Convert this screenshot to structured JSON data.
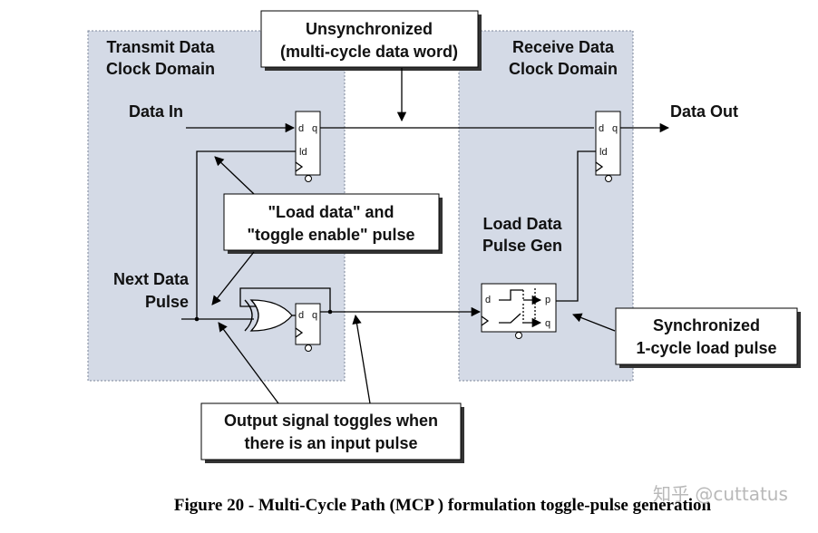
{
  "domains": {
    "transmit": [
      "Transmit Data",
      "Clock Domain"
    ],
    "receive": [
      "Receive Data",
      "Clock Domain"
    ]
  },
  "callouts": {
    "unsync": [
      "Unsynchronized",
      "(multi-cycle data word)"
    ],
    "load": [
      "\"Load data\" and",
      "\"toggle enable\" pulse"
    ],
    "sync": [
      "Synchronized",
      "1-cycle load pulse"
    ],
    "output": [
      "Output signal toggles when",
      "there is an input pulse"
    ]
  },
  "signals": {
    "data_in": "Data In",
    "data_out": "Data Out",
    "next_pulse": [
      "Next Data",
      "Pulse"
    ],
    "pulse_gen": [
      "Load Data",
      "Pulse Gen"
    ]
  },
  "pins": {
    "d": "d",
    "q": "q",
    "ld": "ld",
    "p": "p"
  },
  "caption": "Figure 20 - Multi-Cycle Path (MCP ) formulation toggle-pulse generation",
  "watermark": "知乎 @cuttatus",
  "colors": {
    "domain_fill": "#d4dae6",
    "callout_shadow": "#333333"
  }
}
